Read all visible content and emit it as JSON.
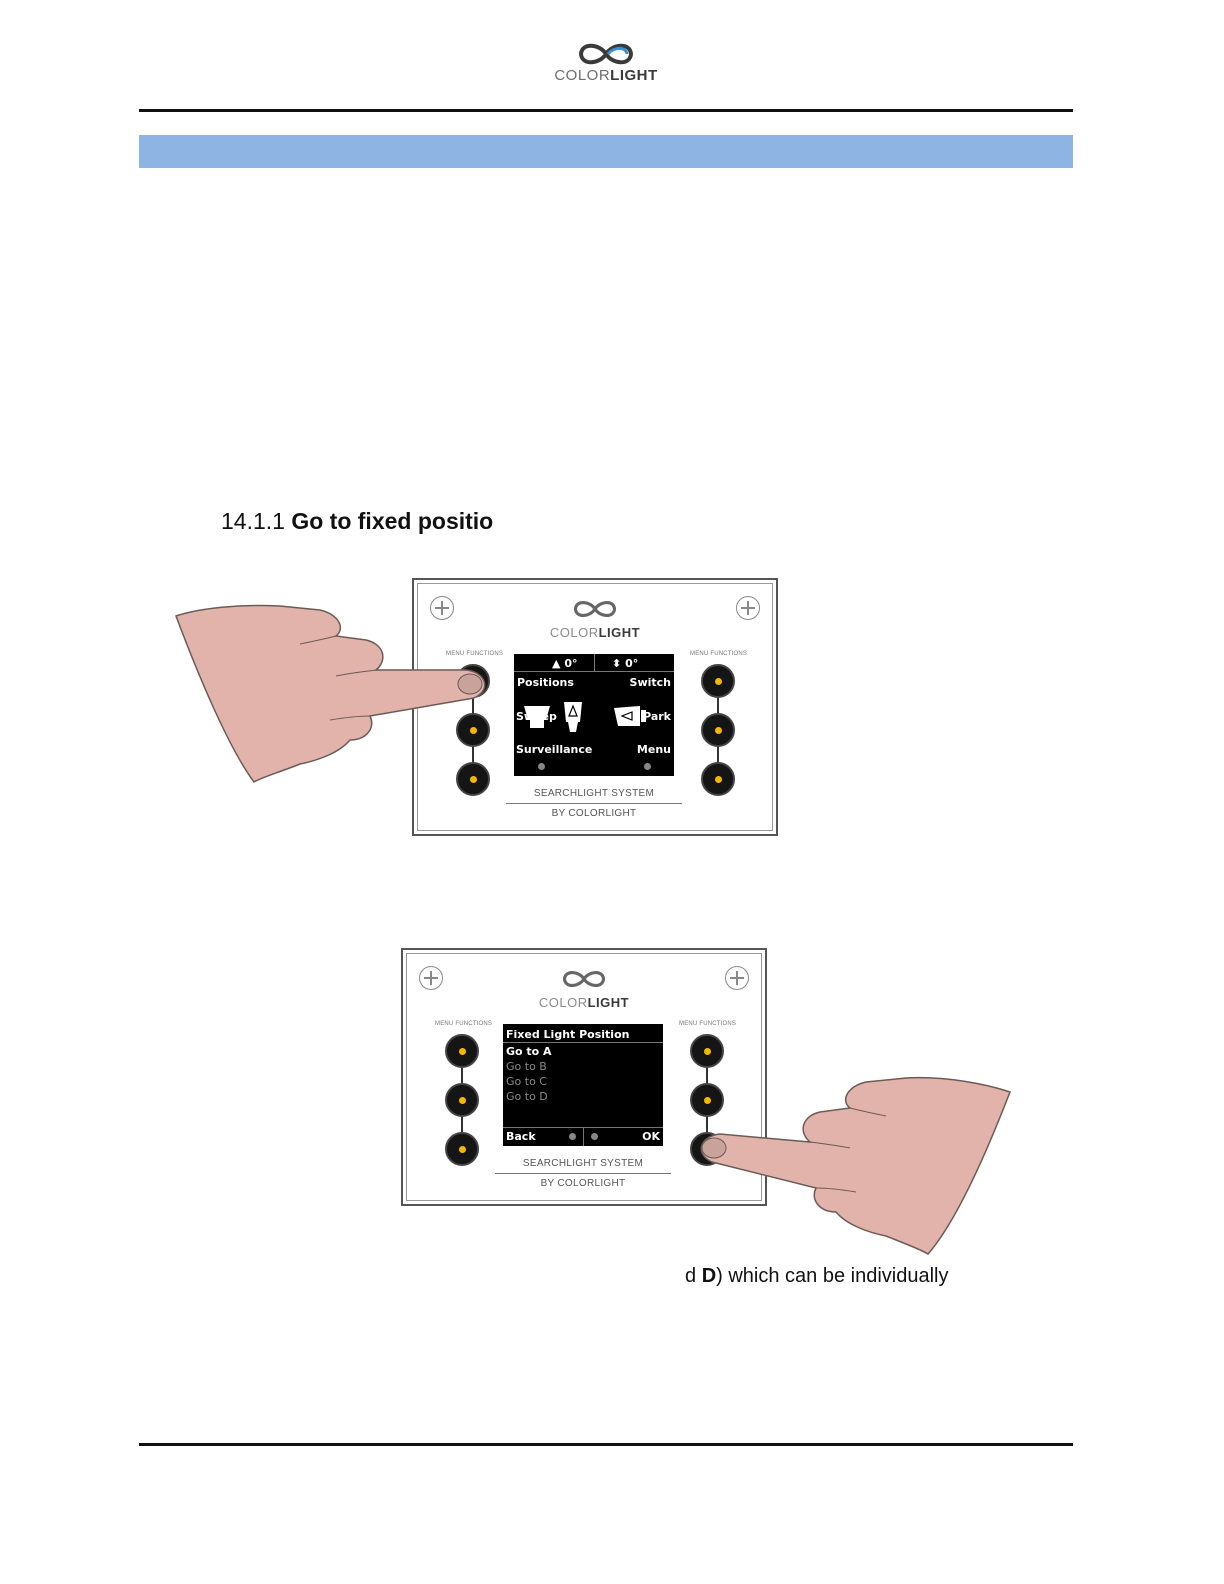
{
  "header": {
    "logo_word_light": "COLOR",
    "logo_word_bold": "LIGHT"
  },
  "section": {
    "number": "14.1.1",
    "title": "Go to fixed positio"
  },
  "panel1": {
    "logo_light": "COLOR",
    "logo_bold": "LIGHT",
    "menu_functions_label": "MENU FUNCTIONS",
    "screen": {
      "pan_value": "0°",
      "tilt_value": "0°",
      "positions": "Positions",
      "switch": "Switch",
      "sweep": "Sweep",
      "park": "Park",
      "surveillance": "Surveillance",
      "menu": "Menu"
    },
    "footer_line1": "SEARCHLIGHT SYSTEM",
    "footer_line2": "BY COLORLIGHT"
  },
  "panel2": {
    "logo_light": "COLOR",
    "logo_bold": "LIGHT",
    "menu_functions_label": "MENU FUNCTIONS",
    "screen": {
      "title": "Fixed Light Position",
      "items": [
        "Go to A",
        "Go to B",
        "Go to C",
        "Go to D"
      ],
      "back": "Back",
      "ok": "OK"
    },
    "footer_line1": "SEARCHLIGHT SYSTEM",
    "footer_line2": "BY COLORLIGHT"
  },
  "caption": {
    "prefix": "d ",
    "bold": "D",
    "suffix": ") which can be individually"
  },
  "colors": {
    "band": "#8eb4e3",
    "button_led": "#f5b800",
    "logo_blue": "#3b8fd0",
    "skin": "#e2b3aa"
  }
}
